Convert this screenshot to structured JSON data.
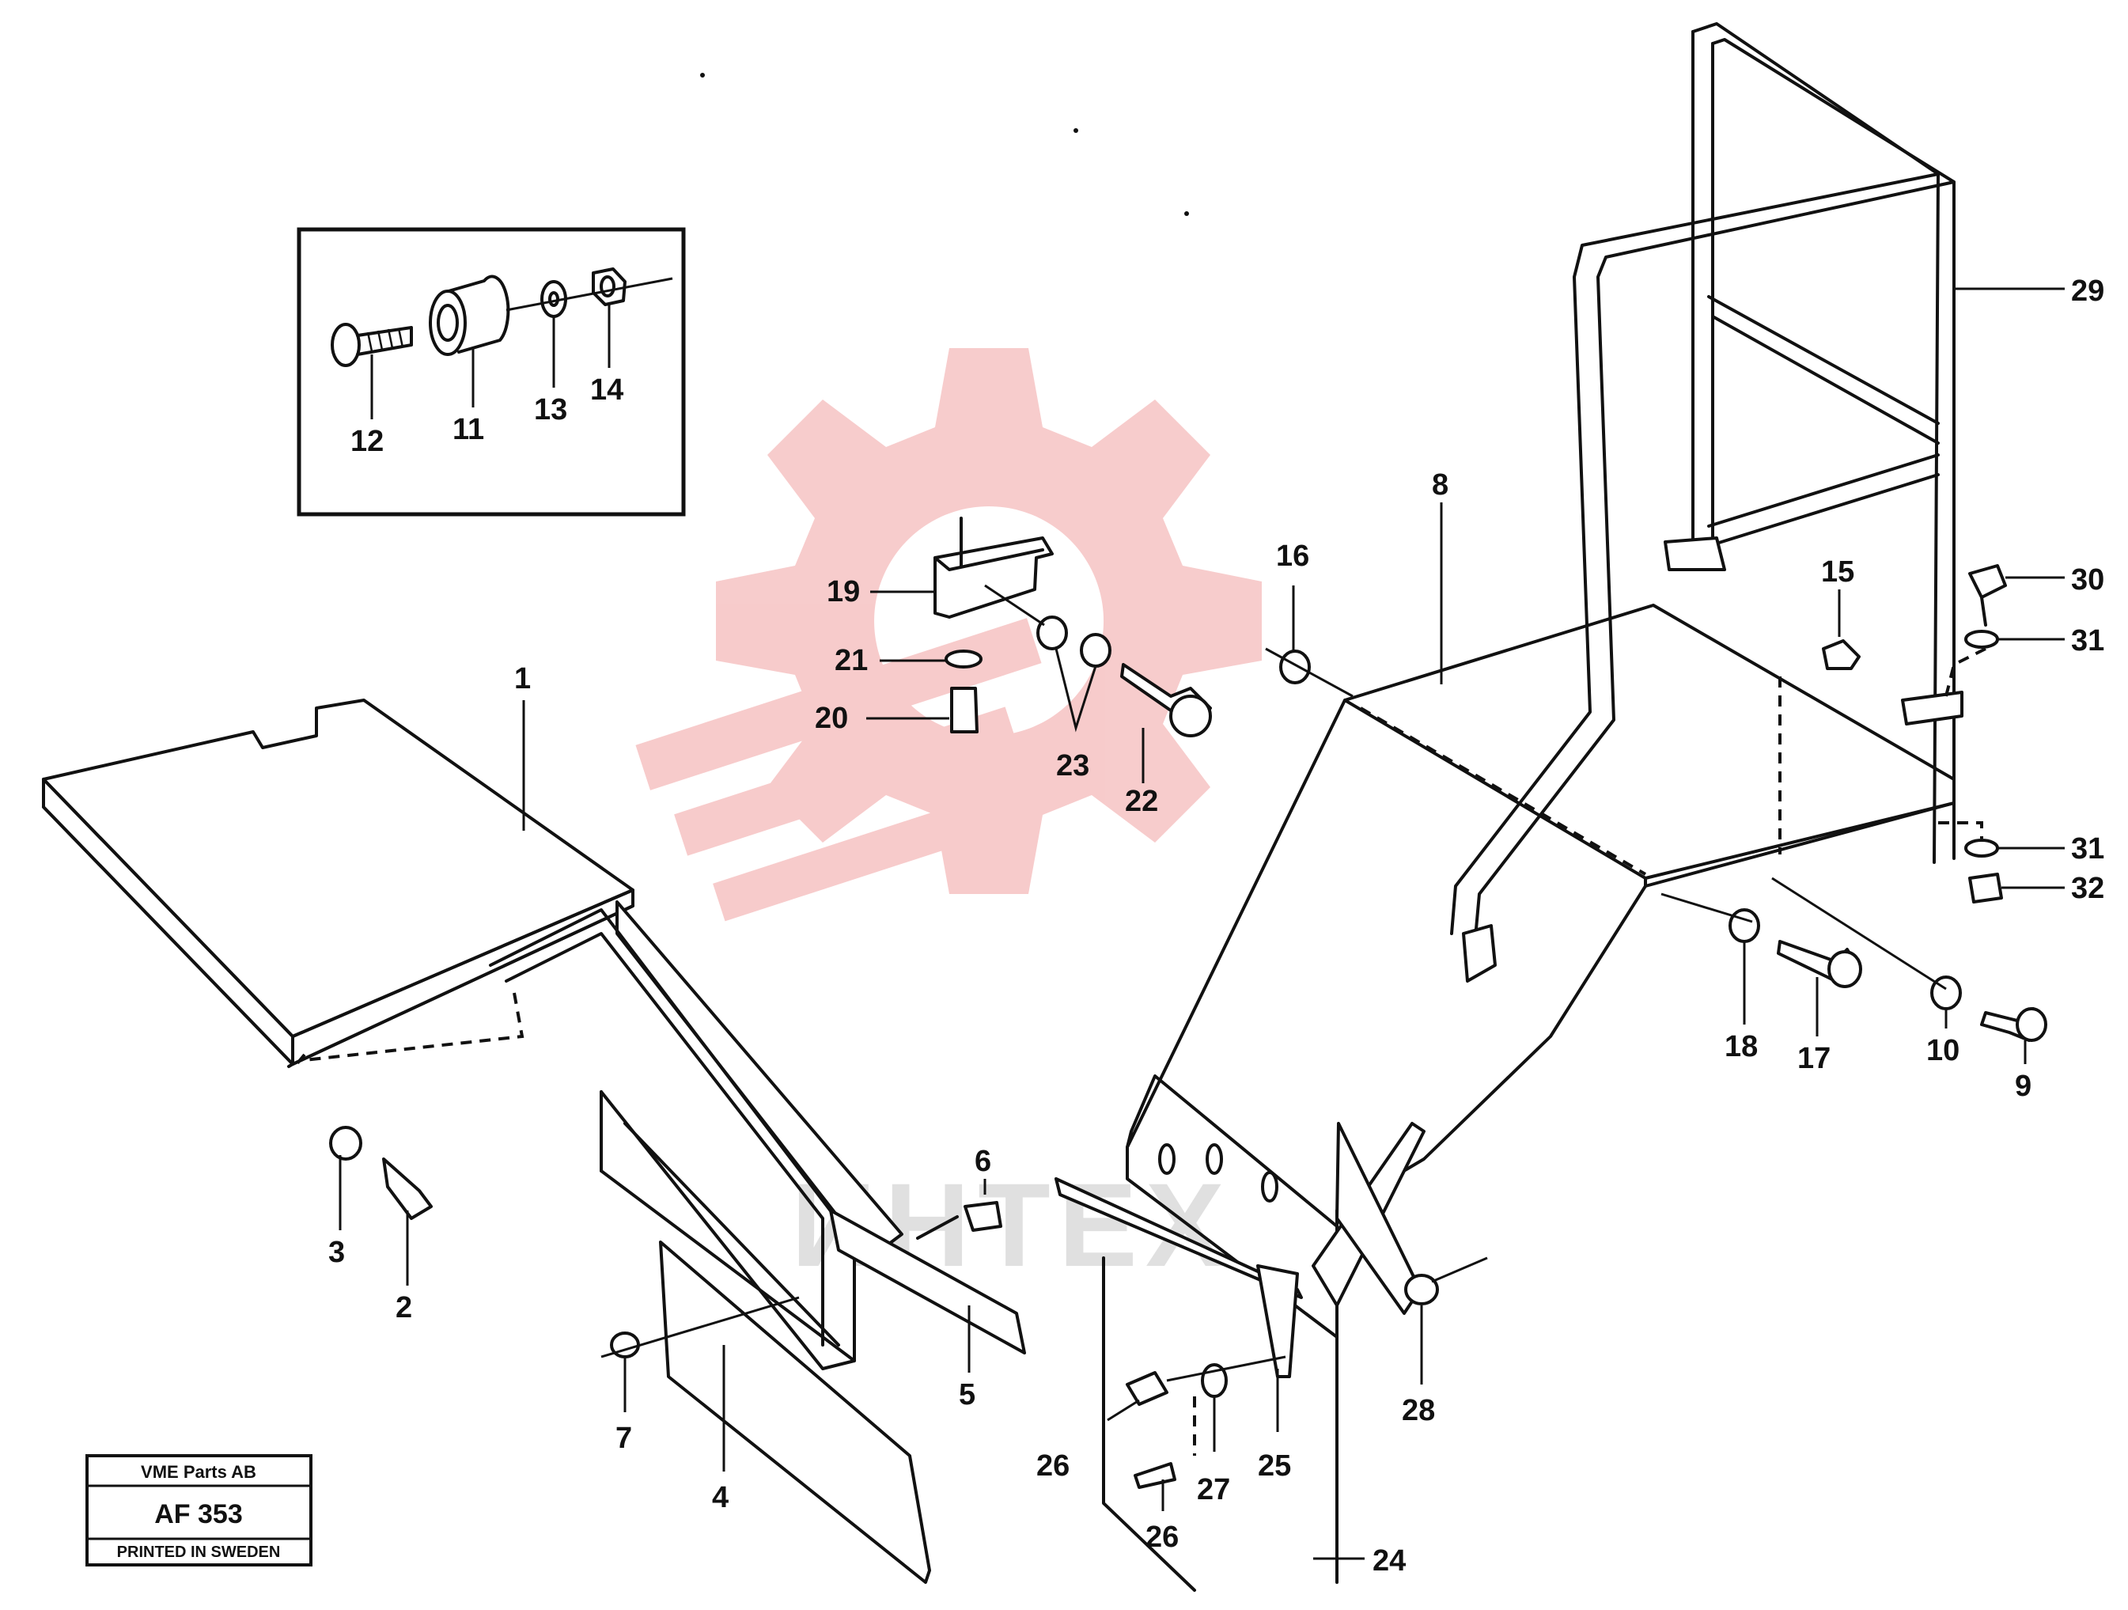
{
  "watermark": {
    "text": "ИНТЕХ",
    "gear_color": "#f6c3c3",
    "text_color": "#c8c8c8"
  },
  "title_block": {
    "company": "VME Parts AB",
    "code": "AF 353",
    "printed": "PRINTED IN SWEDEN"
  },
  "callouts": [
    {
      "id": "1",
      "label": "1"
    },
    {
      "id": "2",
      "label": "2"
    },
    {
      "id": "3",
      "label": "3"
    },
    {
      "id": "4",
      "label": "4"
    },
    {
      "id": "5",
      "label": "5"
    },
    {
      "id": "6",
      "label": "6"
    },
    {
      "id": "7",
      "label": "7"
    },
    {
      "id": "8",
      "label": "8"
    },
    {
      "id": "9",
      "label": "9"
    },
    {
      "id": "10",
      "label": "10"
    },
    {
      "id": "11",
      "label": "11"
    },
    {
      "id": "12",
      "label": "12"
    },
    {
      "id": "13",
      "label": "13"
    },
    {
      "id": "14",
      "label": "14"
    },
    {
      "id": "15",
      "label": "15"
    },
    {
      "id": "16",
      "label": "16"
    },
    {
      "id": "17",
      "label": "17"
    },
    {
      "id": "18",
      "label": "18"
    },
    {
      "id": "19",
      "label": "19"
    },
    {
      "id": "20",
      "label": "20"
    },
    {
      "id": "21",
      "label": "21"
    },
    {
      "id": "22",
      "label": "22"
    },
    {
      "id": "23",
      "label": "23"
    },
    {
      "id": "24",
      "label": "24"
    },
    {
      "id": "25",
      "label": "25"
    },
    {
      "id": "26a",
      "label": "26"
    },
    {
      "id": "26b",
      "label": "26"
    },
    {
      "id": "27",
      "label": "27"
    },
    {
      "id": "28",
      "label": "28"
    },
    {
      "id": "29",
      "label": "29"
    },
    {
      "id": "30",
      "label": "30"
    },
    {
      "id": "31a",
      "label": "31"
    },
    {
      "id": "31b",
      "label": "31"
    },
    {
      "id": "32",
      "label": "32"
    }
  ]
}
